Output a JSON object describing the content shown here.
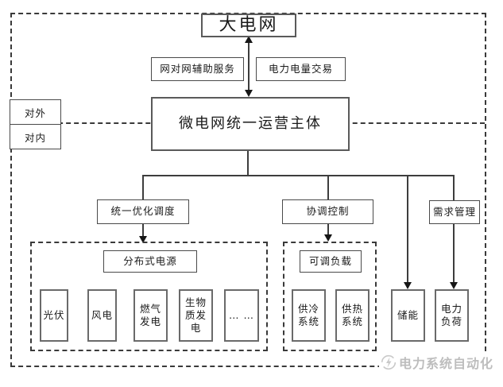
{
  "diagram": {
    "big_grid": "大电网",
    "aux_service": "网对网辅助服务",
    "power_trade": "电力电量交易",
    "main_entity": "微电网统一运营主体",
    "external": "对外",
    "internal": "对内",
    "unified_dispatch": "统一优化调度",
    "coordinated_control": "协调控制",
    "demand_management": "需求管理",
    "distributed_power": {
      "label": "分布式电源",
      "items": [
        "光伏",
        "风电",
        "燃气发电",
        "生物质发电",
        "… …"
      ]
    },
    "adjustable_load": {
      "label": "可调负载",
      "items": [
        "供冷系统",
        "供热系统"
      ]
    },
    "energy_storage": "储能",
    "power_load": "电力负荷",
    "watermark": "电力系统自动化"
  }
}
